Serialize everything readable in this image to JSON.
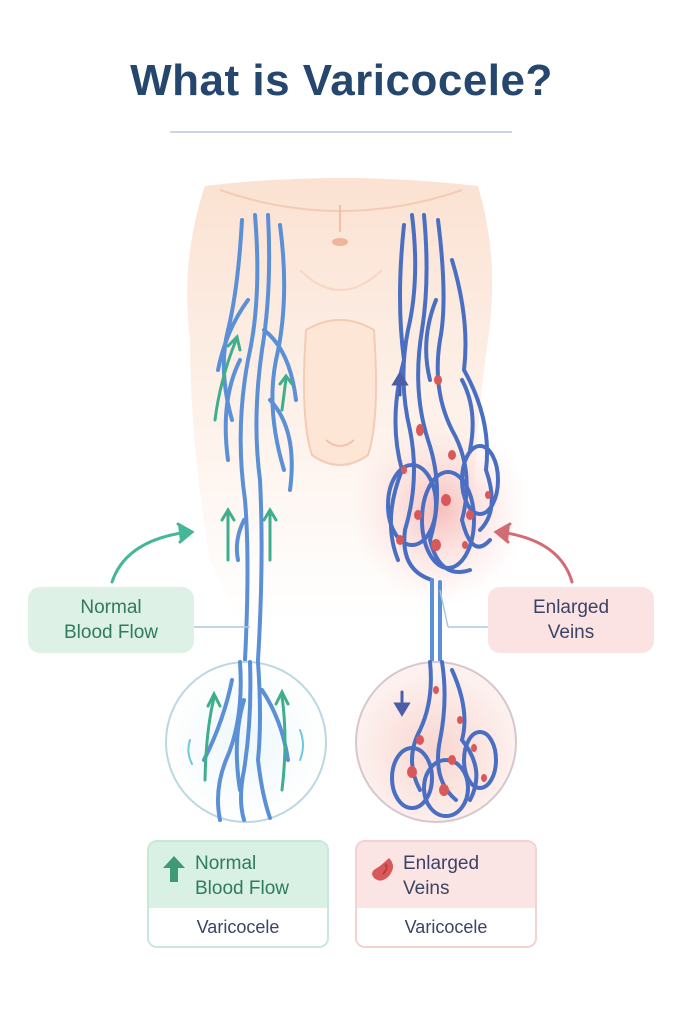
{
  "title": "What is Varicocele?",
  "callouts": {
    "normal": {
      "line1": "Normal",
      "line2": "Blood Flow"
    },
    "enlarged": {
      "line1": "Enlarged",
      "line2": "Veins"
    }
  },
  "cards": {
    "normal": {
      "line1": "Normal",
      "line2": "Blood Flow",
      "footer": "Varicocele"
    },
    "enlarged": {
      "line1": "Enlarged",
      "line2": "Veins",
      "footer": "Varicocele"
    }
  },
  "colors": {
    "title": "#25466d",
    "vein": "#5b8fd6",
    "vein_dark": "#3f5fa8",
    "normal_arrow": "#3fae8c",
    "enlarged_arrow": "#d36b74",
    "skin": "#fbe3d3",
    "blood_cell": "#d9585a"
  }
}
